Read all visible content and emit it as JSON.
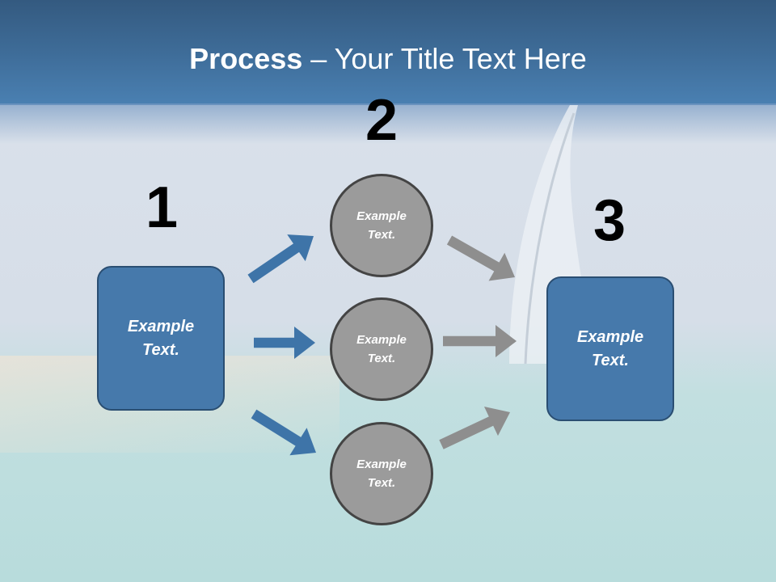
{
  "title": {
    "bold": "Process",
    "rest": " – Your Title Text Here"
  },
  "steps": [
    {
      "number": "1",
      "box_text_line1": "Example",
      "box_text_line2": "Text."
    },
    {
      "number": "2",
      "circles": [
        {
          "line1": "Example",
          "line2": "Text."
        },
        {
          "line1": "Example",
          "line2": "Text."
        },
        {
          "line1": "Example",
          "line2": "Text."
        }
      ]
    },
    {
      "number": "3",
      "box_text_line1": "Example",
      "box_text_line2": "Text."
    }
  ],
  "colors": {
    "accent_blue": "#4679ab",
    "circle_gray": "#9b9b9b",
    "arrow_gray": "#8e8e8e",
    "arrow_blue": "#3e74a8"
  }
}
